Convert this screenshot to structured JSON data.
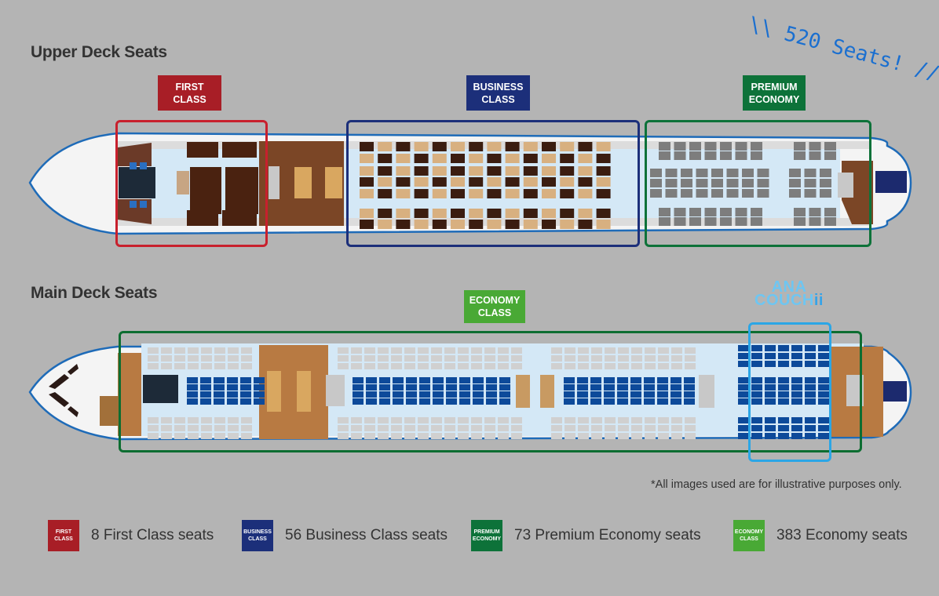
{
  "upper_deck": {
    "title": "Upper Deck Seats",
    "tags": {
      "first": [
        "FIRST",
        "CLASS"
      ],
      "business": [
        "BUSINESS",
        "CLASS"
      ],
      "premium": [
        "PREMIUM",
        "ECONOMY"
      ]
    }
  },
  "main_deck": {
    "title": "Main Deck Seats",
    "tags": {
      "economy": [
        "ECONOMY",
        "CLASS"
      ]
    },
    "couchii": {
      "line1": "ANA",
      "line2_main": "COUCH",
      "line2_accent": "ii"
    }
  },
  "banner": {
    "text": "520 Seats!",
    "left_mark": "\\\\",
    "right_mark": "//"
  },
  "note": "*All images used are for illustrative purposes only.",
  "colors": {
    "first": "#a81e26",
    "business": "#1c2f7a",
    "premium": "#0d7239",
    "economy": "#49a935",
    "couchii": "#2ba6e6",
    "banner": "#1a6fd0"
  },
  "legend": [
    {
      "swatch": [
        "FIRST",
        "CLASS"
      ],
      "label": "8 First Class seats",
      "color_key": "first"
    },
    {
      "swatch": [
        "BUSINESS",
        "CLASS"
      ],
      "label": "56 Business Class seats",
      "color_key": "business"
    },
    {
      "swatch": [
        "PREMIUM",
        "ECONOMY"
      ],
      "label": "73 Premium Economy seats",
      "color_key": "premium"
    },
    {
      "swatch": [
        "ECONOMY",
        "CLASS"
      ],
      "label": "383 Economy seats",
      "color_key": "economy"
    }
  ],
  "icons": {
    "restroom": "restroom-icon",
    "accessible": "wheelchair-icon",
    "stairs": "stairs-icon",
    "cockpit": "cockpit-windows-icon"
  }
}
